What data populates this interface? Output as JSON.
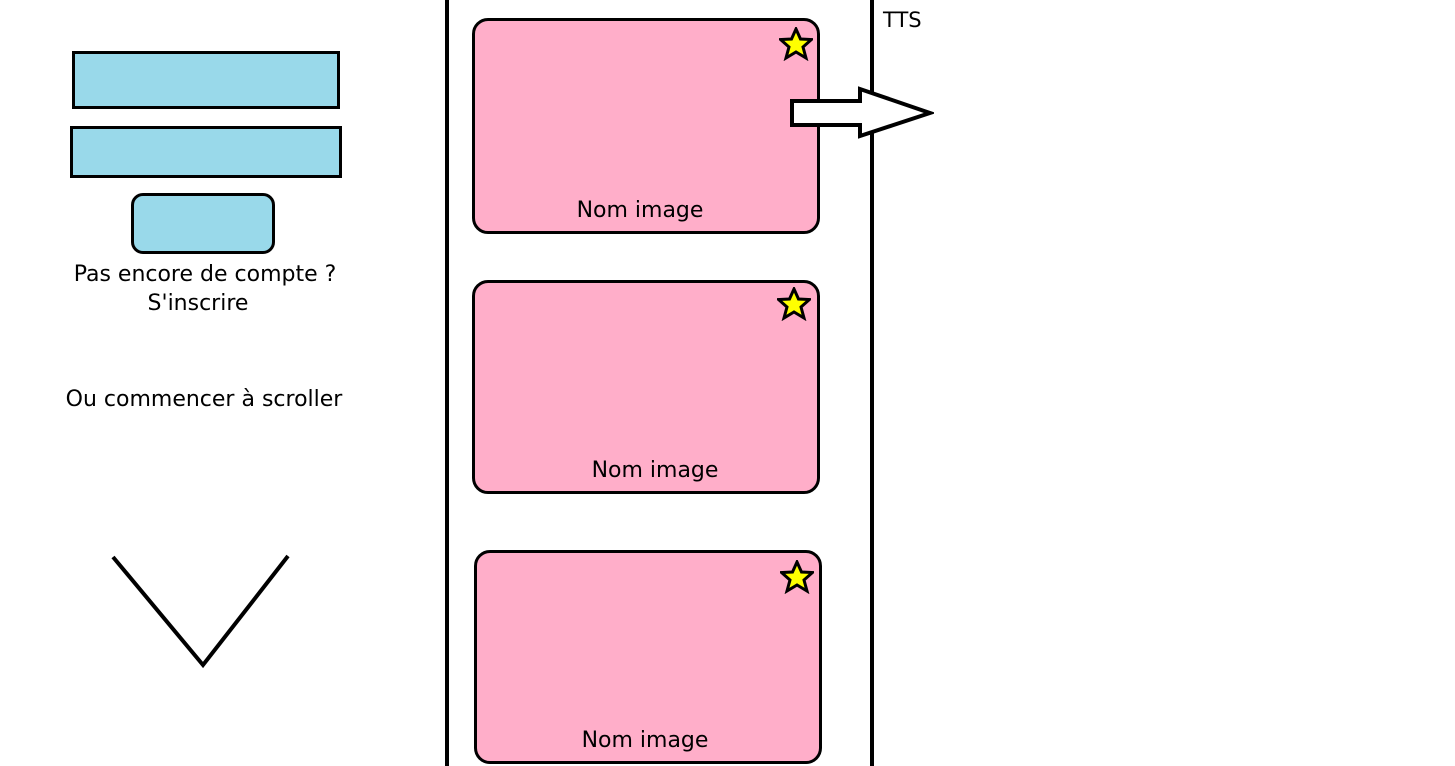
{
  "login": {
    "signup_prompt": "Pas encore de compte ?",
    "signup_link": "S'inscrire",
    "scroll_hint": "Ou commencer à scroller"
  },
  "feed": {
    "cards": [
      {
        "label": "Nom image"
      },
      {
        "label": "Nom image"
      },
      {
        "label": "Nom image"
      }
    ]
  },
  "tts": {
    "label": "TTS"
  },
  "icons": {
    "favorite": "star-icon",
    "scroll_down": "chevron-down-icon",
    "send_to_tts": "arrow-right-icon"
  },
  "colors": {
    "field_fill": "#99d9ea",
    "card_fill": "#ffaec9",
    "star_fill": "#ffff00",
    "outline": "#000000"
  }
}
